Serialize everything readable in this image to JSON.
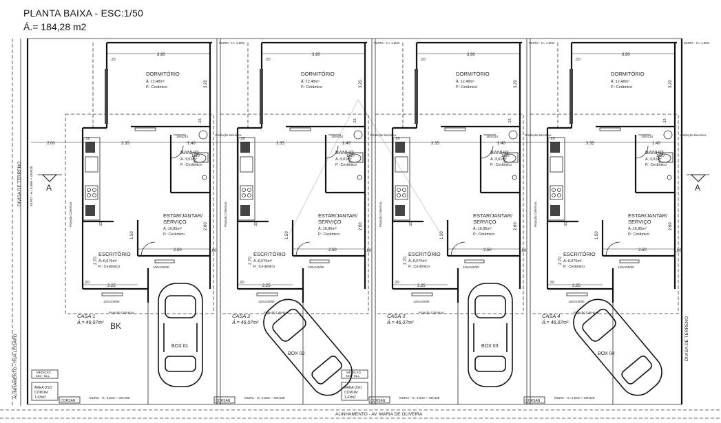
{
  "header": {
    "title": "PLANTA BAIXA - ESC:1/50",
    "area": "Á.= 184,28 m2"
  },
  "labels": {
    "divisa_left": "DIVISA DE TERRENO",
    "divisa_right": "DIVISA DE TERRENO",
    "alinhamento_left": "ALINHAMENTO - RUA LEGARD",
    "alinhamento_bottom": "ALINHAMENTO - AV. MARIA DE OLIVEIRA",
    "muro_top": "MURO - H= 1,80m",
    "muro_side": "MURO - H= 0,50m + GRADE",
    "muro_bottom": "MURO - H= 0,50m + GRADE",
    "section_mark": "A",
    "medicao": "MEDIÇÃO",
    "medicao_code": "4E3 - ELL",
    "area_uso": "ÁREA USO",
    "comum": "COMUM",
    "area_uso_value": "1,43m2",
    "corsan": "CORSAN",
    "projecao": "Projeção Cobertura",
    "ventilacao": "Ventilação Mecânica",
    "hatch_code": "BK"
  },
  "dims": {
    "d390": "3.90",
    "d320": "3.20",
    "d335": "3.35",
    "d200": "2.00",
    "d140": "1.40",
    "d150": "1.50",
    "d020": ".20",
    "d015": ".15",
    "d260": "2.60",
    "d250": "2.50",
    "d270": "2.70",
    "d225": "2.25",
    "d060": ".60",
    "janela1": "120x100/90",
    "janela2": "100x100/90",
    "porta": "150x210"
  },
  "units": [
    {
      "casa": "CASA 1",
      "casa_area": "Á.= 46,07m²",
      "box": "BOX 01",
      "dorm_name": "DORMITÓRIO",
      "dorm_area": "Á.:12,48m²",
      "dorm_piso": "P.: Cerâmico",
      "banho_name": "BANHO",
      "banho_area": "Á.:3,01m²",
      "banho_piso": "P.: Cerâmico",
      "estar_name": "ESTAR/JANTAR/",
      "estar_name2": "SERVIÇO",
      "estar_area": "Á.:16,85m²",
      "estar_piso": "P.: Cerâmico",
      "escr_name": "ESCRITÓRIO",
      "escr_area": "Á.:6,075m²",
      "escr_piso": "P.: Cerâmico"
    },
    {
      "casa": "CASA 2",
      "casa_area": "Á.= 46,07m²",
      "box": "BOX 02",
      "dorm_name": "DORMITÓRIO",
      "dorm_area": "Á.:12,48m²",
      "dorm_piso": "P.: Cerâmico",
      "banho_name": "BANHO",
      "banho_area": "Á.:3,01m²",
      "banho_piso": "P.: Cerâmico",
      "estar_name": "ESTAR/JANTAR/",
      "estar_name2": "SERVIÇO",
      "estar_area": "Á.:16,85m²",
      "estar_piso": "P.: Cerâmico",
      "escr_name": "ESCRITÓRIO",
      "escr_area": "Á.:6,075m²",
      "escr_piso": "P.: Cerâmico"
    },
    {
      "casa": "CASA 3",
      "casa_area": "Á.= 46,07m²",
      "box": "BOX 03",
      "dorm_name": "DORMITÓRIO",
      "dorm_area": "Á.:12,48m²",
      "dorm_piso": "P.: Cerâmico",
      "banho_name": "BANHO",
      "banho_area": "Á.:3,01m²",
      "banho_piso": "P.: Cerâmico",
      "estar_name": "ESTAR/JANTAR/",
      "estar_name2": "SERVIÇO",
      "estar_area": "Á.:16,85m²",
      "estar_piso": "P.: Cerâmico",
      "escr_name": "ESCRITÓRIO",
      "escr_area": "Á.:6,075m²",
      "escr_piso": "P.: Cerâmico"
    },
    {
      "casa": "CASA 4",
      "casa_area": "Á.= 46,07m²",
      "box": "BOX 04",
      "dorm_name": "DORMITÓRIO",
      "dorm_area": "Á.:12,48m²",
      "dorm_piso": "P.: Cerâmico",
      "banho_name": "BANHO",
      "banho_area": "Á.:3,01m²",
      "banho_piso": "P.: Cerâmico",
      "estar_name": "ESTAR/JANTAR/",
      "estar_name2": "SERVIÇO",
      "estar_area": "Á.:16,85m²",
      "estar_piso": "P.: Cerâmico",
      "escr_name": "ESCRITÓRIO",
      "escr_area": "Á.:6,075m²",
      "escr_piso": "P.: Cerâmico"
    }
  ]
}
